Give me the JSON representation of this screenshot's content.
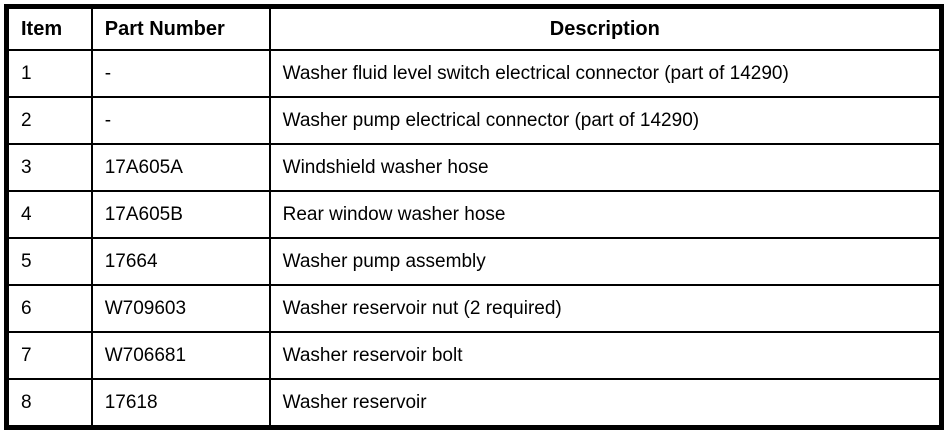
{
  "table": {
    "columns": [
      {
        "key": "item",
        "label": "Item"
      },
      {
        "key": "part_number",
        "label": "Part Number"
      },
      {
        "key": "description",
        "label": "Description"
      }
    ],
    "rows": [
      {
        "item": "1",
        "part_number": "-",
        "description": "Washer fluid level switch electrical connector (part of 14290)"
      },
      {
        "item": "2",
        "part_number": "-",
        "description": "Washer pump electrical connector (part of 14290)"
      },
      {
        "item": "3",
        "part_number": "17A605A",
        "description": "Windshield washer hose"
      },
      {
        "item": "4",
        "part_number": "17A605B",
        "description": "Rear window washer hose"
      },
      {
        "item": "5",
        "part_number": "17664",
        "description": "Washer pump assembly"
      },
      {
        "item": "6",
        "part_number": "W709603",
        "description": "Washer reservoir nut (2 required)"
      },
      {
        "item": "7",
        "part_number": "W706681",
        "description": "Washer reservoir bolt"
      },
      {
        "item": "8",
        "part_number": "17618",
        "description": "Washer reservoir"
      }
    ]
  },
  "colors": {
    "border": "#000000",
    "background": "#ffffff",
    "text": "#000000"
  }
}
